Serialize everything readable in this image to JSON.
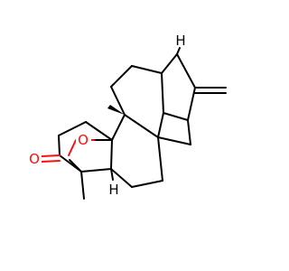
{
  "labels": {
    "oxygen_ring": "O",
    "oxygen_carbonyl": "O",
    "hydrogen_top": "H",
    "hydrogen_bottom": "H"
  },
  "colors": {
    "bond": "#000000",
    "oxygen": "#ff0d0d",
    "background": "#ffffff"
  }
}
